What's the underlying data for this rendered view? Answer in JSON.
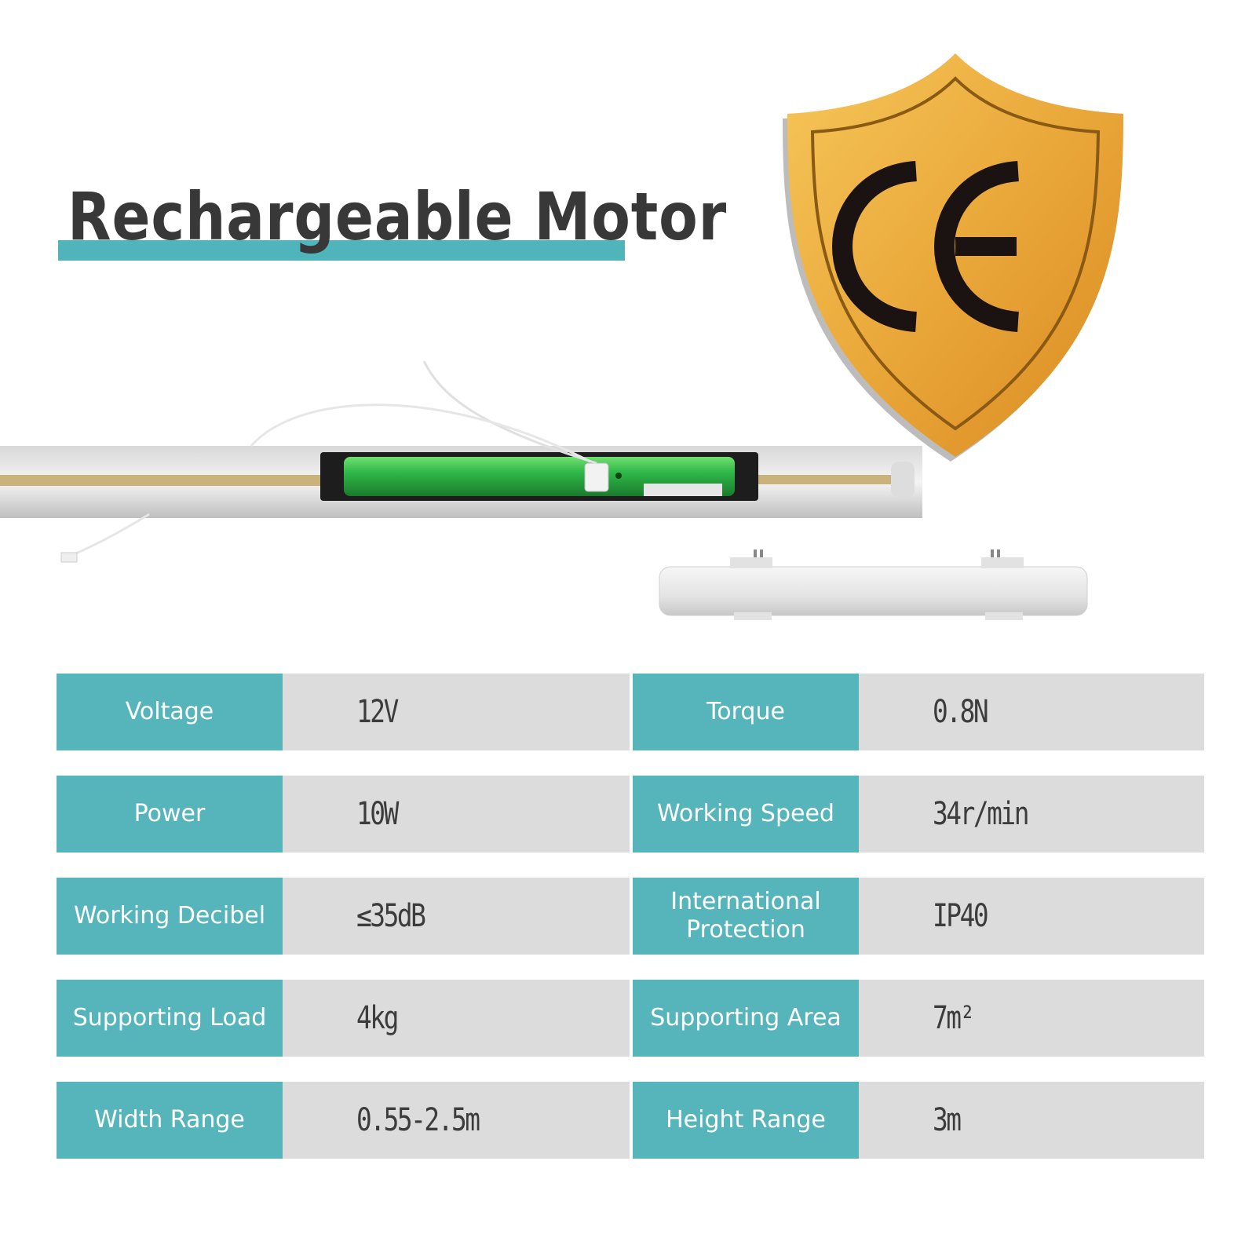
{
  "title": "Rechargeable Motor",
  "badge": {
    "mark": "CE",
    "icon": "ce-shield-icon",
    "color": "#e8a93c"
  },
  "colors": {
    "accent": "#55b5bb",
    "value_bg": "#dcdcdc",
    "title": "#383838"
  },
  "specs": [
    {
      "left_label": "Voltage",
      "left_value": "12V",
      "right_label": "Torque",
      "right_value": "0.8N"
    },
    {
      "left_label": "Power",
      "left_value": "10W",
      "right_label": "Working Speed",
      "right_value": "34r/min"
    },
    {
      "left_label": "Working Decibel",
      "left_value": "≤35dB",
      "right_label": "International Protection",
      "right_value": "IP40"
    },
    {
      "left_label": "Supporting Load",
      "left_value": "4kg",
      "right_label": "Supporting Area",
      "right_value": "7m²"
    },
    {
      "left_label": "Width Range",
      "left_value": "0.55-2.5m",
      "right_label": "Height Range",
      "right_value": "3m"
    }
  ]
}
